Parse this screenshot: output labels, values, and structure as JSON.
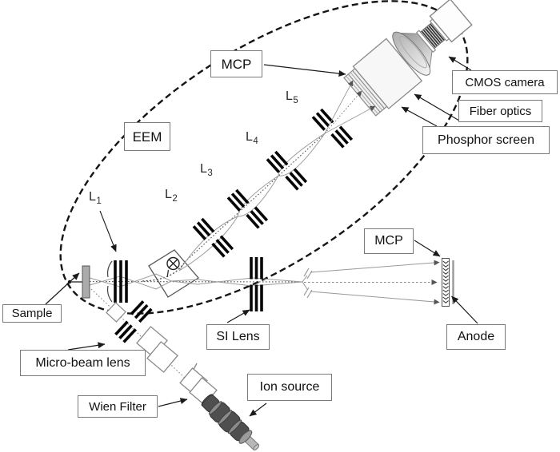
{
  "figure": {
    "labels": {
      "eem": "EEM",
      "mcp_top": "MCP",
      "mcp_right": "MCP",
      "cmos_camera": "CMOS camera",
      "fiber_optics": "Fiber optics",
      "phosphor_screen": "Phosphor screen",
      "sample": "Sample",
      "micro_beam_lens": "Micro-beam lens",
      "wien_filter": "Wien Filter",
      "ion_source": "Ion source",
      "si_lens": "SI Lens",
      "anode": "Anode"
    },
    "lenses": [
      {
        "base": "L",
        "sub": "1"
      },
      {
        "base": "L",
        "sub": "2"
      },
      {
        "base": "L",
        "sub": "3"
      },
      {
        "base": "L",
        "sub": "4"
      },
      {
        "base": "L",
        "sub": "5"
      }
    ],
    "colors": {
      "ink": "#1a1a1a",
      "box_border": "#7a7a7a",
      "beam_gray": "#9a9a9a",
      "bar_black": "#060606",
      "barrel_dark": "#4f4f4f"
    }
  }
}
